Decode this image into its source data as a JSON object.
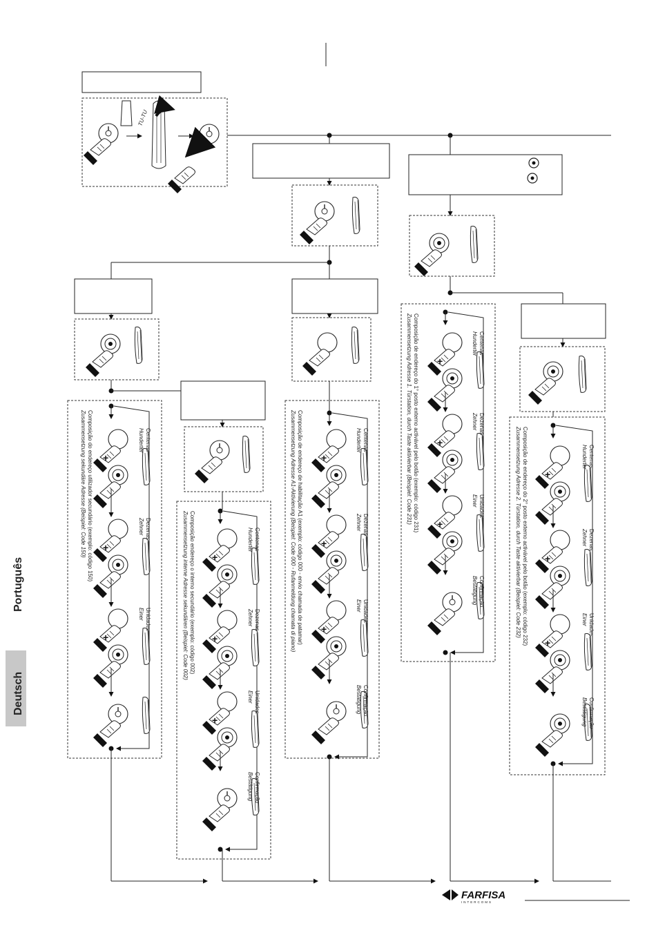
{
  "tabs": {
    "portugues": "Português",
    "deutsch": "Deutsch"
  },
  "tutu": "TU-TU",
  "flow1": {
    "caption_pt": "Composição do endereço utilizador secundário (exemplo: código 150)",
    "caption_de": "Zusammensetzung sekundäre Adresse (Beispiel: Code 150)",
    "steps": [
      {
        "pt": "Centenas",
        "de": "Hunderter"
      },
      {
        "pt": "Dezenas",
        "de": "Zehner"
      },
      {
        "pt": "Unidades",
        "de": "Einer"
      }
    ]
  },
  "flow2": {
    "caption_pt": "Composição endereço o interno secundário (exemplo: código 002)",
    "caption_de": "Zusammensetzung interne Adresse sekundären (Beispiel: Code 002)",
    "steps": [
      {
        "pt": "Centenas",
        "de": "Hunderter"
      },
      {
        "pt": "Dezenas",
        "de": "Zehner"
      },
      {
        "pt": "Unidades",
        "de": "Einer"
      },
      {
        "pt": "Confirmação",
        "de": "Bestätigung"
      }
    ]
  },
  "flow3": {
    "caption_pt": "Composição de endereço de habilitação A1 (exemplo: código 000 - envio chamada de patamar)",
    "caption_de": "Zusammensetzung Adresse A1-Aktivierung (Beispiel: Code 000 - Rufanmeldung chamata di piano)",
    "steps": [
      {
        "pt": "Centenas",
        "de": "Hunderter"
      },
      {
        "pt": "Dezenas",
        "de": "Zehner"
      },
      {
        "pt": "Unidades",
        "de": "Einer"
      },
      {
        "pt": "Confirmação",
        "de": "Bestätigung"
      }
    ]
  },
  "flow4": {
    "caption_pt": "Composição de endereço do 1° posto externo activável pelo botão (exemplo: código 231)",
    "caption_de": "Zusammensetzung Adresse 1. Türstation, durch Taste aktivierbar (Beispiel: Code 231)",
    "steps": [
      {
        "pt": "Centenas",
        "de": "Hunderter"
      },
      {
        "pt": "Dezenas",
        "de": "Zehner"
      },
      {
        "pt": "Unidades",
        "de": "Einer"
      },
      {
        "pt": "Confirmação",
        "de": "Bestätigung"
      }
    ]
  },
  "flow5": {
    "caption_pt": "Composição de endereço do 2° posto externo activável pelo botão (exemplo: código 232)",
    "caption_de": "Zusammensetzung Adresse 2. Türstation, durch Taste aktivierbar (Beispiel: Code 232)",
    "steps": [
      {
        "pt": "Centenas",
        "de": "Hunderter"
      },
      {
        "pt": "Dezenas",
        "de": "Zehner"
      },
      {
        "pt": "Unidades",
        "de": "Einer"
      },
      {
        "pt": "Confirmação",
        "de": "Bestätigung"
      }
    ]
  },
  "brand": {
    "name": "FARFISA",
    "sub": "INTERCOMS"
  },
  "colors": {
    "tab_bg": "#c8c8c8",
    "line": "#222222",
    "brand": "#111111"
  },
  "icons": [
    "hand-press-icon",
    "handset-icon",
    "call-button-icon",
    "door-button-icon",
    "arrow-icon"
  ]
}
